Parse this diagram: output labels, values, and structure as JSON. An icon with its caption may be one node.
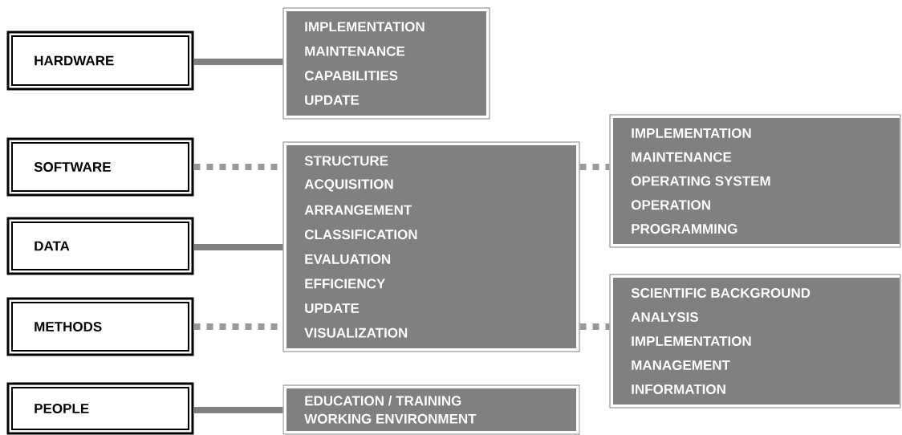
{
  "diagram": {
    "nodes": [
      {
        "text": [
          "HARDWARE"
        ]
      },
      {
        "text": [
          "SOFTWARE"
        ]
      },
      {
        "text": [
          "DATA"
        ]
      },
      {
        "text": [
          "METHODS"
        ]
      },
      {
        "text": [
          "PEOPLE"
        ]
      },
      {
        "text": [
          "IMPLEMENTATION",
          "MAINTENANCE",
          "CAPABILITIES",
          "UPDATE"
        ]
      },
      {
        "text": [
          "STRUCTURE",
          "ACQUISITION",
          "ARRANGEMENT",
          "CLASSIFICATION",
          "EVALUATION",
          "EFFICIENCY",
          "UPDATE",
          "VISUALIZATION"
        ]
      },
      {
        "text": [
          "IMPLEMENTATION",
          "MAINTENANCE",
          "OPERATING SYSTEM",
          "OPERATION",
          "PROGRAMMING"
        ]
      },
      {
        "text": [
          "SCIENTIFIC BACKGROUND",
          "ANALYSIS",
          "IMPLEMENTATION",
          "MANAGEMENT",
          "INFORMATION"
        ]
      },
      {
        "text": [
          "EDUCATION / TRAINING",
          "WORKING ENVIRONMENT"
        ]
      }
    ],
    "edges": [
      {
        "from": 0,
        "to": 5,
        "arrow": "none"
      },
      {
        "from": 1,
        "to": 6,
        "arrow": "none",
        "style": "dashed"
      },
      {
        "from": 2,
        "to": 6,
        "arrow": "none"
      },
      {
        "from": 3,
        "to": 6,
        "arrow": "none",
        "style": "dashed"
      },
      {
        "from": 4,
        "to": 9,
        "arrow": "none"
      },
      {
        "from": 6,
        "to": 7,
        "arrow": "none",
        "style": "dashed"
      },
      {
        "from": 6,
        "to": 8,
        "arrow": "none",
        "style": "dashed"
      }
    ]
  }
}
